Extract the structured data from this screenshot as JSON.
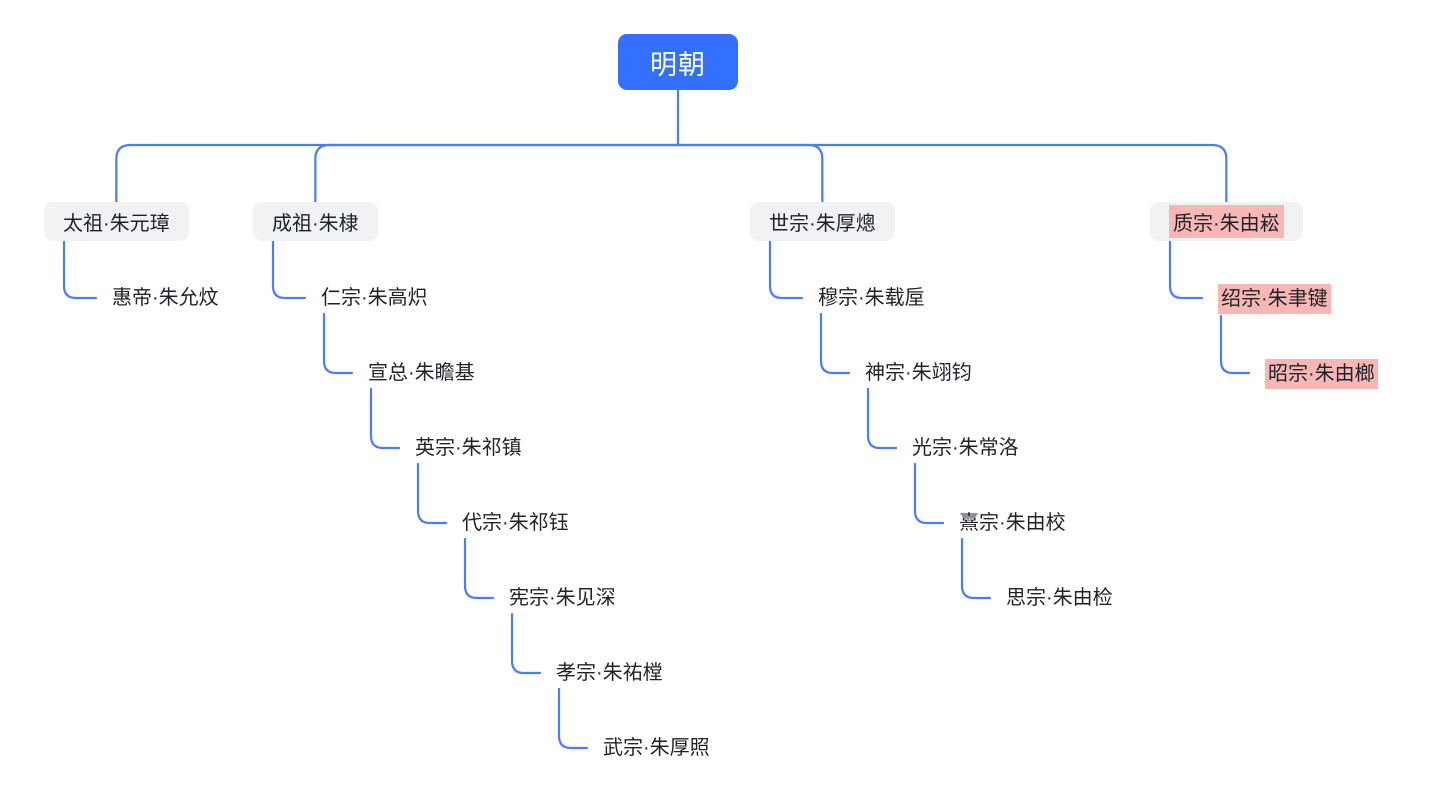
{
  "colors": {
    "root_bg": "#3370FF",
    "root_text": "#FFFFFF",
    "branch_bg": "#F1F2F4",
    "node_text": "#1F2329",
    "connector": "#4E7CF5",
    "highlight_bg": "#F7B7B5"
  },
  "mindmap": {
    "root": {
      "label": "明朝"
    },
    "branches": [
      {
        "label": "太祖·朱元璋",
        "highlighted": false,
        "chain": [
          {
            "label": "惠帝·朱允炆",
            "highlighted": false
          }
        ]
      },
      {
        "label": "成祖·朱棣",
        "highlighted": false,
        "chain": [
          {
            "label": "仁宗·朱高炽",
            "highlighted": false
          },
          {
            "label": "宣总·朱瞻基",
            "highlighted": false
          },
          {
            "label": "英宗·朱祁镇",
            "highlighted": false
          },
          {
            "label": "代宗·朱祁钰",
            "highlighted": false
          },
          {
            "label": "宪宗·朱见深",
            "highlighted": false
          },
          {
            "label": "孝宗·朱祐樘",
            "highlighted": false
          },
          {
            "label": "武宗·朱厚照",
            "highlighted": false
          }
        ]
      },
      {
        "label": "世宗·朱厚熜",
        "highlighted": false,
        "chain": [
          {
            "label": "穆宗·朱载垕",
            "highlighted": false
          },
          {
            "label": "神宗·朱翊钧",
            "highlighted": false
          },
          {
            "label": "光宗·朱常洛",
            "highlighted": false
          },
          {
            "label": "熹宗·朱由校",
            "highlighted": false
          },
          {
            "label": "思宗·朱由检",
            "highlighted": false
          }
        ]
      },
      {
        "label": "质宗·朱由崧",
        "highlighted": true,
        "chain": [
          {
            "label": "绍宗·朱聿键",
            "highlighted": true
          },
          {
            "label": "昭宗·朱由榔",
            "highlighted": true
          }
        ]
      }
    ]
  }
}
